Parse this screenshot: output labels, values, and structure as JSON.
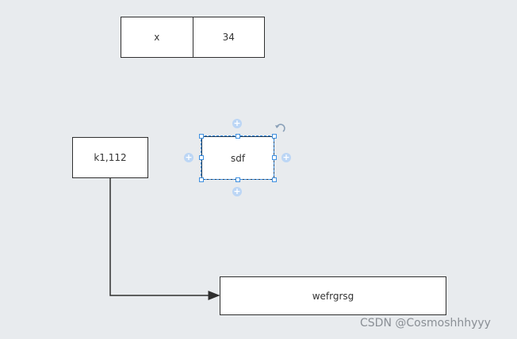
{
  "nodes": {
    "record_left": "x",
    "record_right": "34",
    "k1": "k1,112",
    "sdf": "sdf",
    "wef": "wefrgrsg"
  },
  "selection": {
    "icons": [
      "plus-icon",
      "rotate-icon"
    ]
  },
  "watermark": "CSDN @Cosmoshhhyyy"
}
